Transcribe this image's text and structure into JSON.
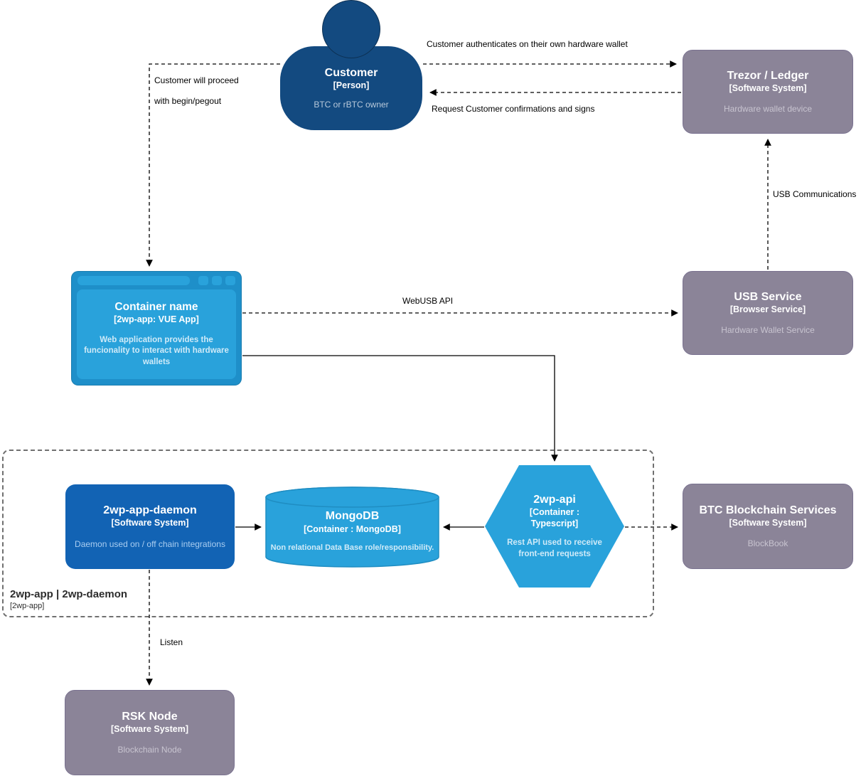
{
  "colors": {
    "person-fill": "#134a80",
    "gray-fill": "#8b8498",
    "gray-border": "#7a7290",
    "gray-desc": "#c8c4d0",
    "blue-fill": "#29a2db",
    "blue-frame": "#1e8fc9",
    "blue-border": "#1f8dc2",
    "blue-desc": "#cfeaf8",
    "daemon-fill": "#1263b4",
    "daemon-desc": "#a9cdf0",
    "edge-color": "#000000",
    "boundary-color": "#707070"
  },
  "nodes": {
    "customer": {
      "title": "Customer",
      "subtitle": "[Person]",
      "description": "BTC or rBTC owner"
    },
    "trezor": {
      "title": "Trezor / Ledger",
      "subtitle": "[Software System]",
      "description": "Hardware wallet device"
    },
    "webapp": {
      "title": "Container name",
      "subtitle": "[2wp-app: VUE App]",
      "description": "Web application provides the funcionality to interact with hardware wallets"
    },
    "usb_service": {
      "title": "USB Service",
      "subtitle": "[Browser Service]",
      "description": "Hardware Wallet Service"
    },
    "daemon": {
      "title": "2wp-app-daemon",
      "subtitle": "[Software System]",
      "description": "Daemon used on / off chain integrations"
    },
    "mongodb": {
      "title": "MongoDB",
      "subtitle": "[Container : MongoDB]",
      "description": "Non relational Data Base role/responsibility."
    },
    "api": {
      "title": "2wp-api",
      "subtitle": "[Container : Typescript]",
      "description": "Rest API used to receive front-end requests"
    },
    "btc": {
      "title": "BTC Blockchain Services",
      "subtitle": "[Software System]",
      "description": "BlockBook"
    },
    "rsk": {
      "title": "RSK Node",
      "subtitle": "[Software System]",
      "description": "Blockchain Node"
    }
  },
  "boundary": {
    "title": "2wp-app | 2wp-daemon",
    "subtitle": "[2wp-app]"
  },
  "edges": {
    "auth": "Customer authenticates on their own hardware wallet",
    "confirm": "Request Customer confirmations and signs",
    "proceed_line1": "Customer will proceed",
    "proceed_line2": "with begin/pegout",
    "webusb": "WebUSB API",
    "usb_comm": "USB Communications",
    "listen": "Listen"
  }
}
